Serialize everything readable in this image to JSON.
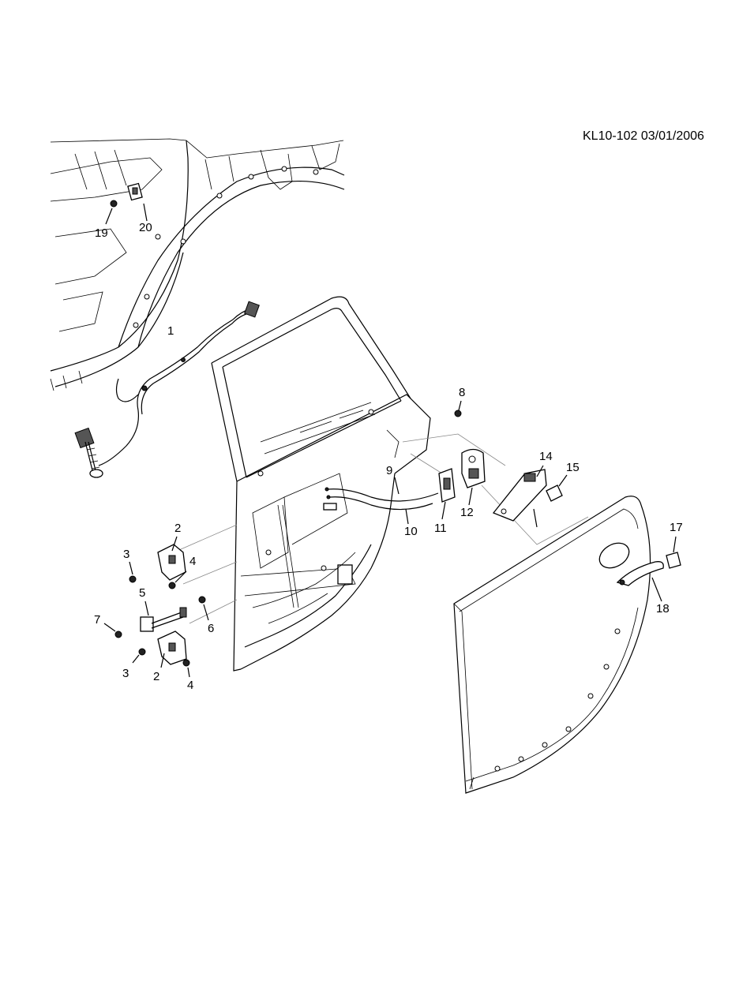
{
  "header": {
    "reference": "KL10-102  03/01/2006"
  },
  "callouts": [
    {
      "id": "c1",
      "text": "1"
    },
    {
      "id": "c2a",
      "text": "2"
    },
    {
      "id": "c2b",
      "text": "2"
    },
    {
      "id": "c3a",
      "text": "3"
    },
    {
      "id": "c3b",
      "text": "3"
    },
    {
      "id": "c4a",
      "text": "4"
    },
    {
      "id": "c4b",
      "text": "4"
    },
    {
      "id": "c5",
      "text": "5"
    },
    {
      "id": "c6",
      "text": "6"
    },
    {
      "id": "c7",
      "text": "7"
    },
    {
      "id": "c8",
      "text": "8"
    },
    {
      "id": "c9",
      "text": "9"
    },
    {
      "id": "c10",
      "text": "10"
    },
    {
      "id": "c11",
      "text": "11"
    },
    {
      "id": "c12",
      "text": "12"
    },
    {
      "id": "c14",
      "text": "14"
    },
    {
      "id": "c15",
      "text": "15"
    },
    {
      "id": "c17",
      "text": "17"
    },
    {
      "id": "c18",
      "text": "18"
    },
    {
      "id": "c19",
      "text": "19"
    },
    {
      "id": "c20",
      "text": "20"
    }
  ]
}
